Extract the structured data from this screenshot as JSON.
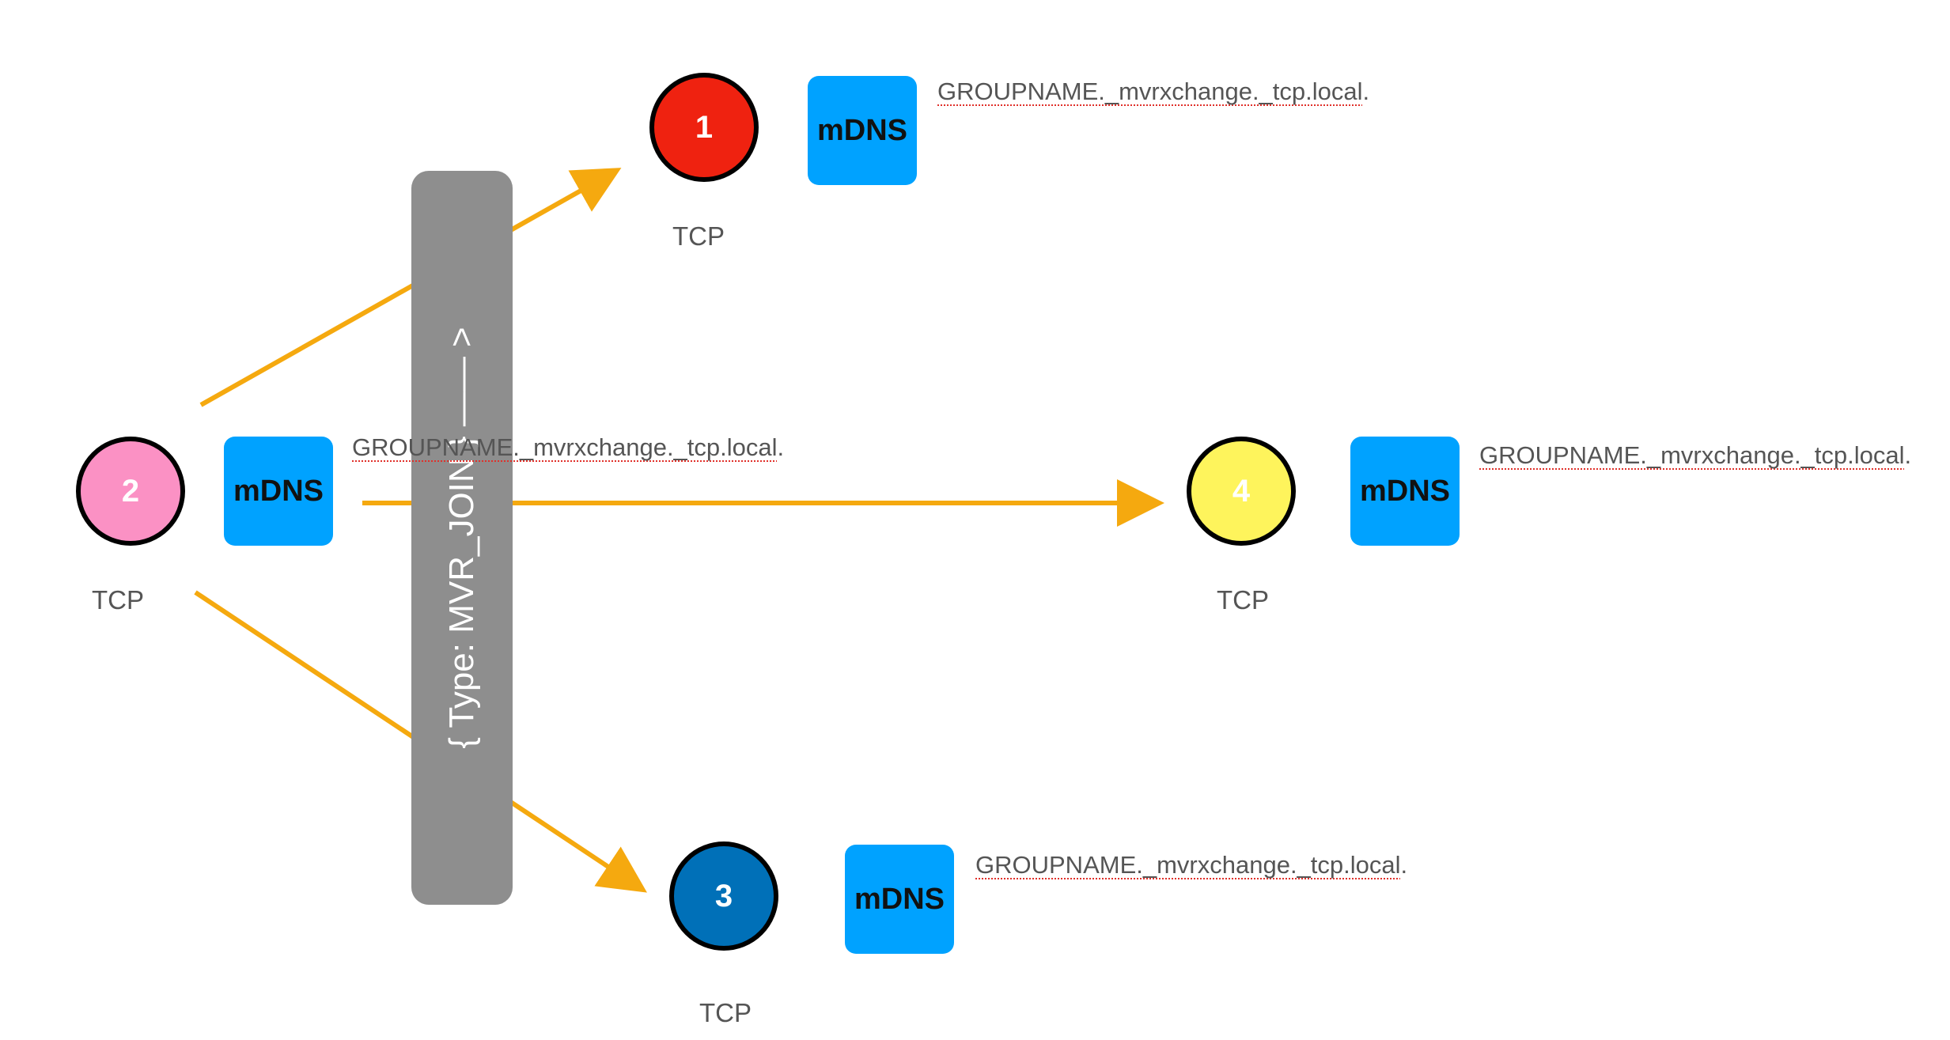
{
  "colors": {
    "arrow": "#f5a90f",
    "mdns": "#00a2ff",
    "box": "#8e8e8e",
    "node1": "#ef2210",
    "node2": "#fb91c4",
    "node3": "#0070b8",
    "node4": "#fef45c"
  },
  "nodes": {
    "n1": {
      "label": "1",
      "tcp": "TCP",
      "mdns": "mDNS",
      "service": "GROUPNAME._mvrxchange._tcp.local",
      "service_suffix": "."
    },
    "n2": {
      "label": "2",
      "tcp": "TCP",
      "mdns": "mDNS",
      "service": "GROUPNAME._mvrxchange._tcp.local",
      "service_suffix": "."
    },
    "n3": {
      "label": "3",
      "tcp": "TCP",
      "mdns": "mDNS",
      "service": "GROUPNAME._mvrxchange._tcp.local",
      "service_suffix": "."
    },
    "n4": {
      "label": "4",
      "tcp": "TCP",
      "mdns": "mDNS",
      "service": "GROUPNAME._mvrxchange._tcp.local",
      "service_suffix": "."
    }
  },
  "message": {
    "label": "{ Type: MVR_JOIN } —— >"
  }
}
